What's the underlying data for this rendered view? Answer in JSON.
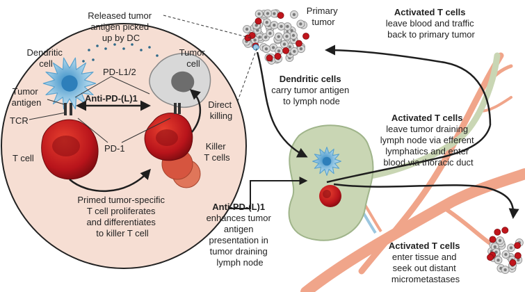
{
  "circle_panel": {
    "released_antigen": [
      "Released tumor",
      "antigen picked",
      "up by DC"
    ],
    "dendritic_cell": [
      "Dendritic",
      "cell"
    ],
    "tumor_cell": [
      "Tumor",
      "cell"
    ],
    "pd_l1_2": "PD-L1/2",
    "tumor_antigen": [
      "Tumor",
      "antigen"
    ],
    "anti_pd_l1": "Anti-PD-(L)1",
    "tcr": "TCR",
    "direct_killing": [
      "Direct",
      "killing"
    ],
    "pd_1": "PD-1",
    "t_cell": "T cell",
    "killer_t_cells": [
      "Killer",
      "T cells"
    ],
    "primed_text": [
      "Primed tumor-specific",
      "T cell proliferates",
      "and differentiates",
      "to killer T cell"
    ]
  },
  "right_panel": {
    "primary_tumor": [
      "Primary",
      "tumor"
    ],
    "activated_t_cells_1": {
      "title": "Activated T cells",
      "body": [
        "leave blood and traffic",
        "back to primary tumor"
      ]
    },
    "dendritic_cells": {
      "title": "Dendritic cells",
      "body": [
        "carry tumor antigen",
        "to lymph node"
      ]
    },
    "activated_t_cells_2": {
      "title": "Activated T cells",
      "body": [
        "leave tumor draining",
        "lymph node via efferent",
        "lymphatics and enter",
        "blood via thoracic duct"
      ]
    },
    "anti_pd_l1_node": {
      "title": "Anti-PD-(L)1",
      "body": [
        "enhances tumor",
        "antigen",
        "presentation in",
        "tumor draining",
        "lymph node"
      ]
    },
    "activated_t_cells_3": {
      "title": "Activated T cells",
      "body": [
        "enter tissue and",
        "seek out distant",
        "micrometastases"
      ]
    }
  },
  "colors": {
    "circle_fill": "#f6ded3",
    "tcell_red": "#c0151c",
    "dc_blue": "#9ccbe6",
    "tumor_gray": "#d4d4d4",
    "lymph_green": "#c9d6b4",
    "vessel_salmon": "#f0a58a",
    "arrow_dark": "#1e1e1e"
  }
}
